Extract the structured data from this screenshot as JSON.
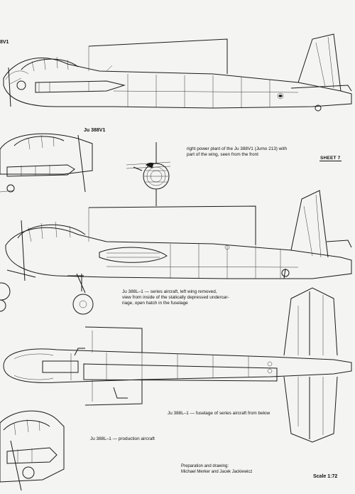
{
  "labels": {
    "v1_partial": "8V1",
    "v1_caption": "Ju 388V1",
    "sheet": "SHEET 7",
    "powerplant_line1": "right power plant of the Ju 388V1 (Jumo 213) with",
    "powerplant_line2": "part of the wing, seen from the front",
    "l1_side_line1": "Ju 388L–1 — series aircraft, left wing removed,",
    "l1_side_line2": "view from inside of the statically depressed undercar-",
    "l1_side_line3": "riage, open hatch in the fuselage",
    "l1_below": "Ju 388L–1 — fuselage of series aircraft from below",
    "production": "Ju 388L–1 — production aircraft",
    "credits_line1": "Preparation and drawing:",
    "credits_line2": "Michael Merker and Jacek Jackiewicz",
    "scale": "Scale 1:72"
  }
}
